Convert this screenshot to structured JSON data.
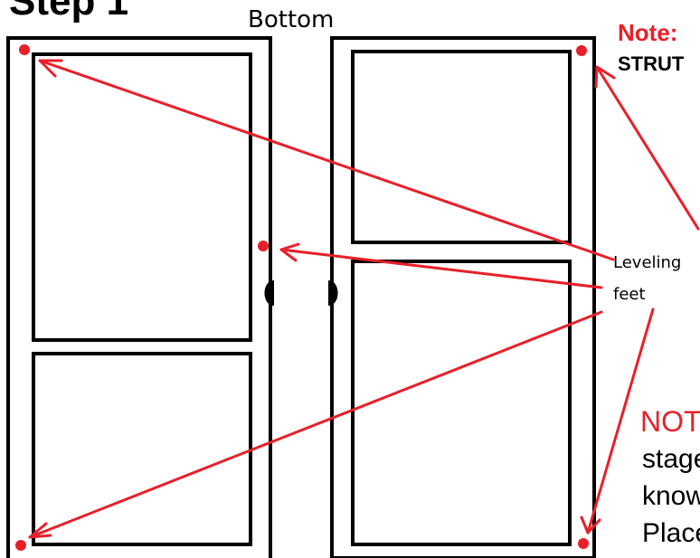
{
  "heading": "Step 1",
  "panel_label": "Bottom",
  "note": {
    "label": "Note:",
    "line1": "STRUT"
  },
  "callout": {
    "line1": "Leveling",
    "line2": "feet"
  },
  "warning": {
    "label": "NOT",
    "lines": [
      "stage",
      "know",
      "Place"
    ]
  },
  "colors": {
    "accent": "#e8202a",
    "outline": "#000000",
    "background": "#ffffff"
  }
}
